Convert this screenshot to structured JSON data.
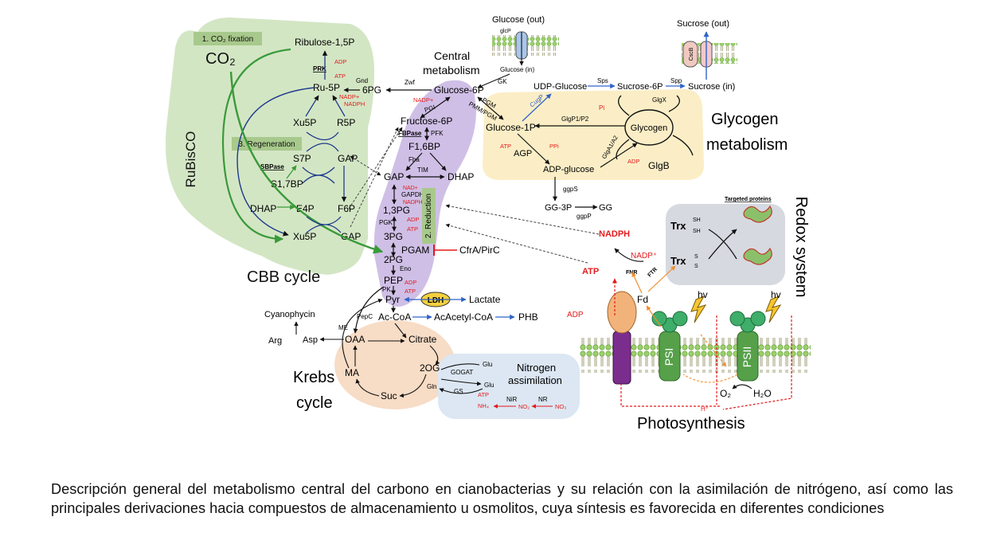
{
  "title_central": [
    "Central",
    "metabolism"
  ],
  "cbb": {
    "box1": "1. CO₂ fixation",
    "co2": "CO₂",
    "rubisco": "RuBisCO",
    "box3": "3. Regeneration",
    "label": "CBB cycle",
    "metabolites": {
      "ribulose": "Ribulose-1,5P",
      "ru5p": "Ru-5P",
      "xu5p_top": "Xu5P",
      "r5p": "R5P",
      "s7p": "S7P",
      "gap_mid": "GAP",
      "s17bp": "S1,7BP",
      "dhap": "DHAP",
      "e4p": "E4P",
      "f6p": "F6P",
      "xu5p_bot": "Xu5P",
      "gap_bot": "GAP"
    },
    "enzymes": {
      "prk": "PRK",
      "sbpase": "SBPase"
    },
    "cofactors": {
      "adp": "ADP",
      "atp": "ATP",
      "nadph": "NADPH",
      "nadp": "NADP+"
    }
  },
  "ppp": {
    "g6p": "Glucose-6P",
    "pg6": "6PG",
    "gnd": "Gnd",
    "zwf": "Zwf",
    "nadph": "NADPH",
    "nadp1": "NADP+",
    "nadp2": "NADP+",
    "pgi": "PGI"
  },
  "glycolysis": {
    "f6p": "Fructose-6P",
    "fbpase": "FBPase",
    "pfk": "PFK",
    "f16bp": "F1,6BP",
    "fba": "Fba",
    "tim": "TIM",
    "gap": "GAP",
    "dhap": "DHAP",
    "nad": "NAD+",
    "gapdh": "GAPDH",
    "nadph": "NADPH",
    "bpg13": "1,3PG",
    "pgk": "PGK",
    "adp": "ADP",
    "atp": "ATP",
    "pg3": "3PG",
    "pgam": "PGAM",
    "cfra": "CfrA/PirC",
    "pg2": "2PG",
    "eno": "Eno",
    "pep": "PEP",
    "pk": "PK",
    "adp2": "ADP",
    "atp2": "ATP",
    "pyr": "Pyr",
    "ldh": "LDH",
    "lactate": "Lactate",
    "accoa": "Ac-CoA",
    "acaccoa": "AcAcetyl-CoA",
    "phb": "PHB",
    "pepc": "PepC",
    "reduction": "2. Reduction"
  },
  "glucose_transport": {
    "out": "Glucose (out)",
    "glcp": "glcP",
    "in": "Glucose (in)",
    "gk": "GK"
  },
  "sucrose": {
    "out": "Sucrose (out)",
    "csce": "CscB",
    "in": "Sucrose (in)",
    "udpg": "UDP-Glucose",
    "sps": "Sps",
    "s6p": "Sucrose-6P",
    "spp": "Spp"
  },
  "glycogen": {
    "g1p": "Glucose-1P",
    "pgm": "PGM",
    "pmm": "PMM/PGM",
    "cugp": "CugP",
    "glgp": "GlgP1/P2",
    "pi": "Pi",
    "glgx": "GlgX",
    "glycogen": "Glycogen",
    "atp": "ATP",
    "ppi": "PPi",
    "agp": "AGP",
    "adpg": "ADP-glucose",
    "glga": "GlgA1/A2",
    "adp": "ADP",
    "glgb": "GlgB",
    "title1": "Glycogen",
    "title2": "metabolism",
    "ggps": "ggpS",
    "gg3p": "GG-3P",
    "gg": "GG",
    "ggpp": "ggpP"
  },
  "redox": {
    "title": "Redox system",
    "targeted": "Targeted proteins",
    "trx1": "Trx",
    "trx2": "Trx",
    "sh": "SH",
    "s": "S"
  },
  "photo": {
    "nadph": "NADPH",
    "nadp": "NADP⁺",
    "fnr": "FNR",
    "ftr": "FTR",
    "atp": "ATP",
    "adp": "ADP",
    "fd": "Fd",
    "hv1": "hv",
    "hv2": "hv",
    "psi": "PSI",
    "psii": "PSII",
    "o2": "O₂",
    "h2o": "H₂O",
    "h": "H⁺",
    "label": "Photosynthesis"
  },
  "krebs": {
    "cyanophycin": "Cyanophycin",
    "arg": "Arg",
    "asp": "Asp",
    "me": "ME",
    "oaa": "OAA",
    "citrate": "Citrate",
    "og2": "2OG",
    "ma": "MA",
    "suc": "Suc",
    "label1": "Krebs",
    "label2": "cycle"
  },
  "nitrogen": {
    "title1": "Nitrogen",
    "title2": "assimilation",
    "gogat": "GOGAT",
    "glu1": "Glu",
    "glu2": "Glu",
    "gln": "Gln",
    "gs": "GS",
    "atp": "ATP",
    "nh4": "NH₄",
    "no2": "NO₂",
    "no3": "NO₃",
    "nir": "NiR",
    "nr": "NR"
  },
  "caption": "Descripción general del metabolismo central del carbono en cianobacterias y su relación con la asimilación de nitrógeno, así como las principales derivaciones hacia compuestos de almacenamiento u osmolitos, cuya síntesis es favorecida en diferentes condiciones",
  "colors": {
    "green_bg": "#d3e6c4",
    "green_box": "#a8c98c",
    "purple": "#cfbfe6",
    "yellow": "#fbeec6",
    "peach": "#f7dcc6",
    "blue_bg": "#dce7f3",
    "gray_bg": "#d6d9e0",
    "red": "#e31a1c",
    "arrow_blue": "#1f3b8c",
    "arrow_green": "#3a9a3a",
    "orange": "#f28e2b"
  }
}
